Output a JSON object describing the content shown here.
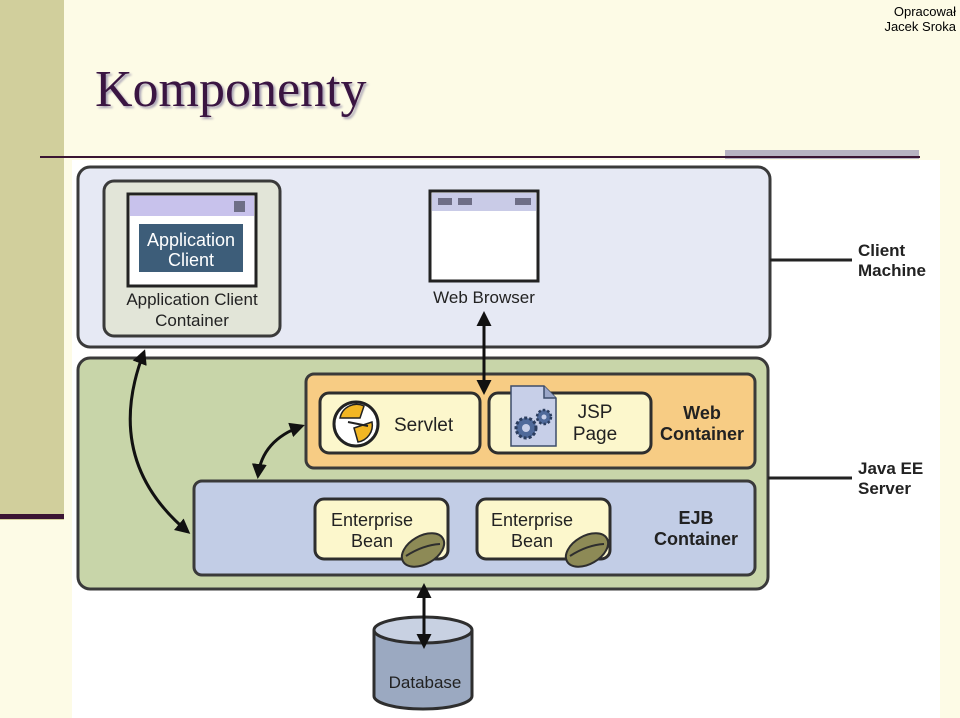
{
  "header": {
    "credit_line1": "Opracował",
    "credit_line2": "Jacek Sroka",
    "title": "Komponenty"
  },
  "diagram": {
    "app_client_label_line1": "Application",
    "app_client_label_line2": "Client",
    "app_client_container_line1": "Application Client",
    "app_client_container_line2": "Container",
    "web_browser": "Web Browser",
    "servlet": "Servlet",
    "jsp_line1": "JSP",
    "jsp_line2": "Page",
    "web_container_line1": "Web",
    "web_container_line2": "Container",
    "enterprise_bean_line1": "Enterprise",
    "enterprise_bean_line2": "Bean",
    "ejb_container_line1": "EJB",
    "ejb_container_line2": "Container",
    "database": "Database",
    "client_machine_line1": "Client",
    "client_machine_line2": "Machine",
    "javaee_server_line1": "Java EE",
    "javaee_server_line2": "Server"
  },
  "colors": {
    "title": "#3a1542",
    "left_bar": "#d1cf9c",
    "client_tier": "#e6e9f4",
    "server_tier": "#c8d5a9",
    "web_container": "#f7cc84",
    "ejb_container": "#c2cde6",
    "component_box": "#fcf7cc",
    "database": "#9ba9c1"
  }
}
